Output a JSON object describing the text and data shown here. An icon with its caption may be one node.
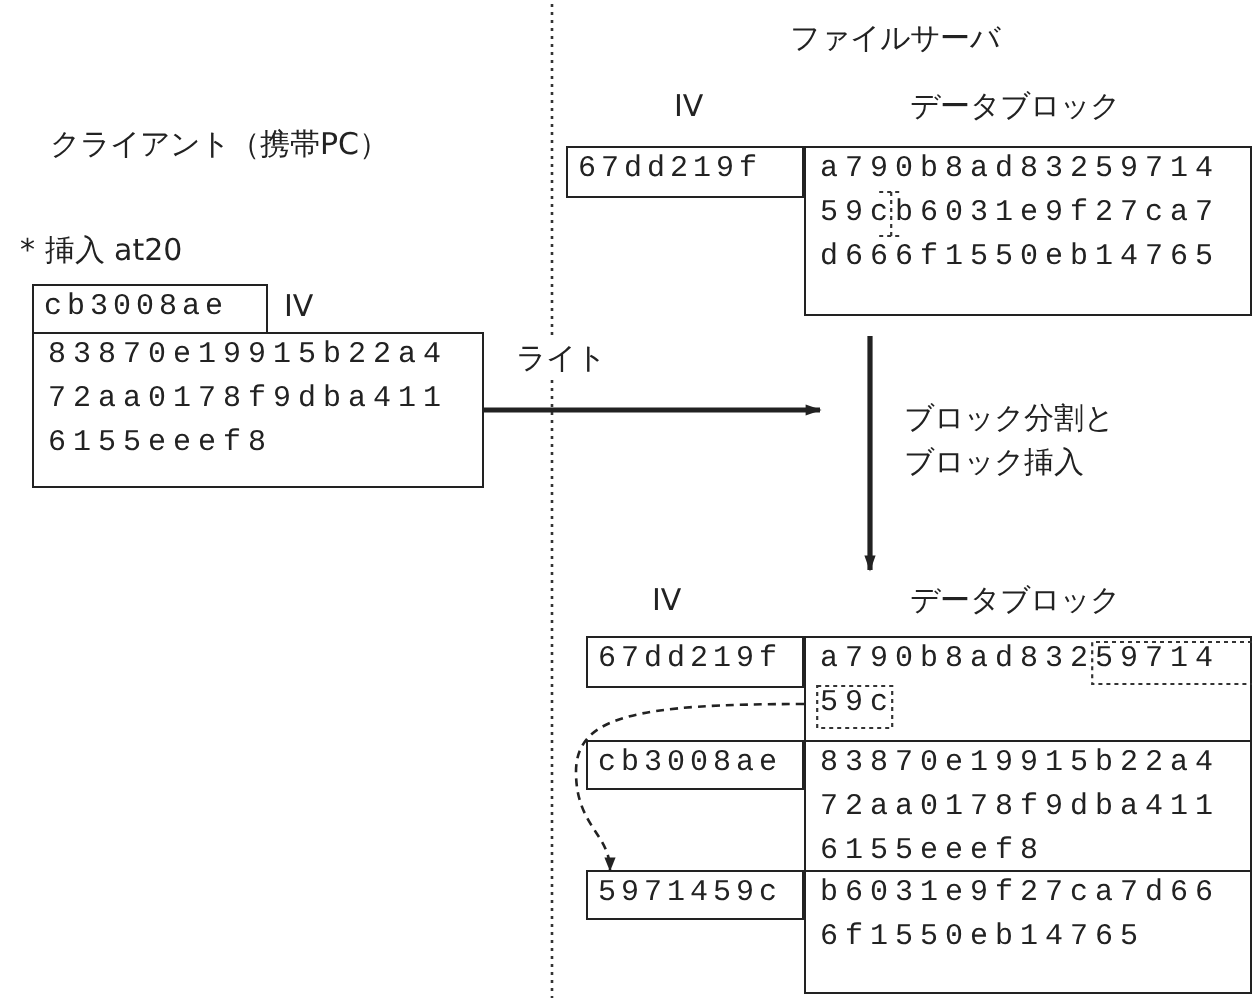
{
  "diagram": {
    "nodes": [
      {
        "text": [
          "cb3008ae"
        ],
        "beside": [
          "IV"
        ]
      },
      {
        "text": [
          "83870e19915b22a4 72aa0178f9dba411 6155eeef8"
        ]
      },
      {
        "text": [
          "67dd219f"
        ]
      },
      {
        "text": [
          "a790b8ad83259714 59cb6031e9f27ca7 d666f1550eb14765"
        ]
      },
      {
        "text": [
          "67dd219f"
        ]
      },
      {
        "text": [
          "a790b8ad83259714 59c"
        ]
      },
      {
        "text": [
          "cb3008ae"
        ]
      },
      {
        "text": [
          "83870e19915b22a4 72aa0178f9dba411 6155eeef8"
        ]
      },
      {
        "text": [
          "5971459c"
        ]
      },
      {
        "text": [
          "b6031e9f27ca7d66 6f1550eb14765"
        ]
      }
    ],
    "edges": [
      {
        "from": 1,
        "to": null,
        "arrow": "to",
        "label": "ライト"
      },
      {
        "from": 3,
        "to": null,
        "arrow": "to",
        "label": "ブロック分割とブロック挿入"
      },
      {
        "from": 5,
        "to": 8,
        "arrow": "to",
        "style": "dashed"
      }
    ],
    "labels": [
      "ファイルサーバ",
      "IV",
      "データブロック",
      "クライアント（携帯PC）",
      "* 挿入 at20",
      "IV",
      "データブロック"
    ]
  }
}
